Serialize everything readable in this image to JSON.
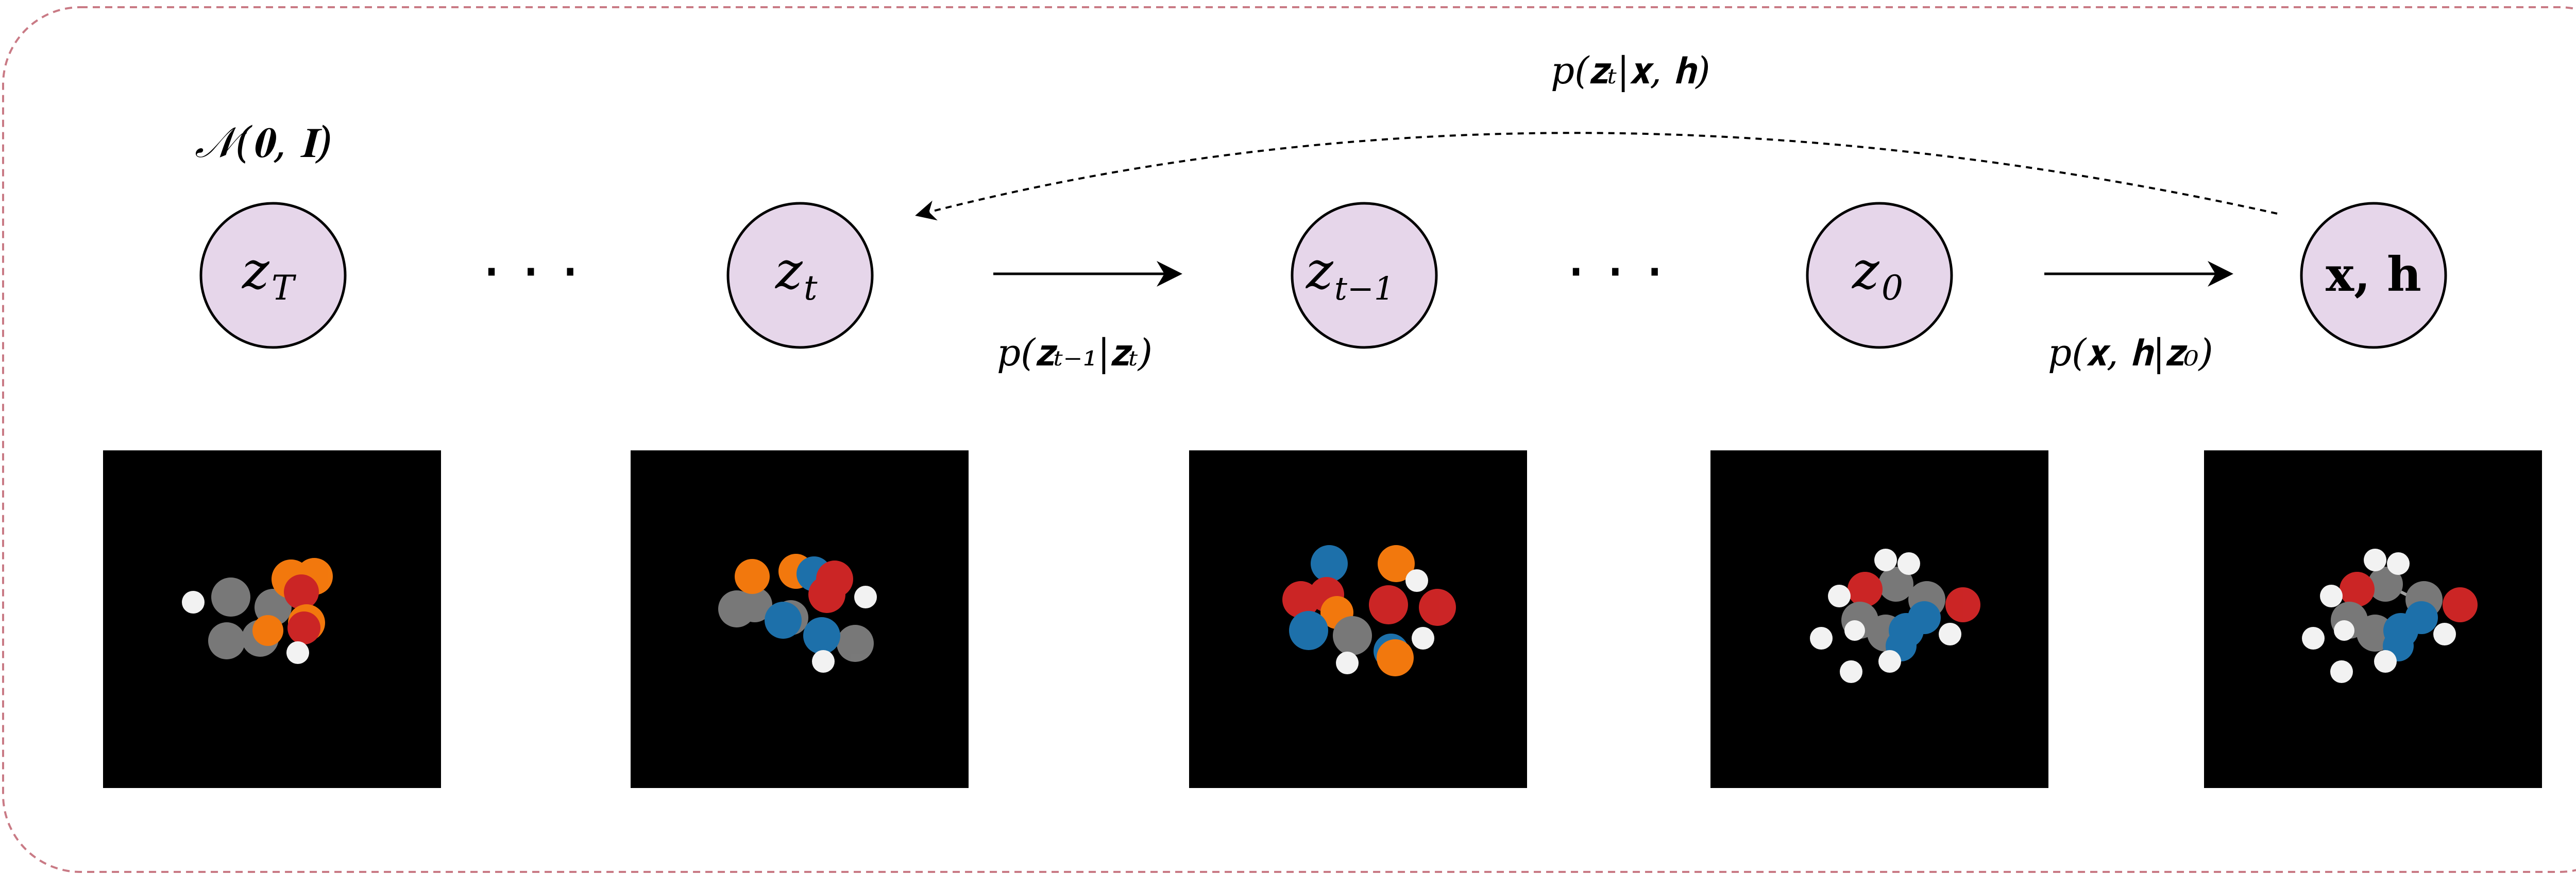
{
  "nodes": [
    {
      "id": "zT",
      "label": "z",
      "sub": "T"
    },
    {
      "id": "zt",
      "label": "z",
      "sub": "t"
    },
    {
      "id": "zt1",
      "label": "z",
      "sub": "t−1"
    },
    {
      "id": "z0",
      "label": "z",
      "sub": "0"
    },
    {
      "id": "xh",
      "label": "x, h",
      "sub": ""
    }
  ],
  "ellipsis": "· · ·",
  "labels": {
    "prior": "𝒩(𝟎, 𝐈)",
    "forward_top": "p(𝐳ₜ|𝐱, 𝐡)",
    "reverse_step": "p(𝐳ₜ₋₁|𝐳ₜ)",
    "decode_step": "p(𝐱, 𝐡|𝐳₀)"
  },
  "colors": {
    "node_fill": "#e6d6ea",
    "frame_stroke": "#c97a85",
    "panel_bg": "#000000",
    "atom_carbon": "#7f7f7f",
    "atom_oxygen": "#d62728",
    "atom_nitrogen": "#1f77b4",
    "atom_noise": "#ff7f0e",
    "atom_hydrogen": "#ffffff"
  },
  "panels": [
    {
      "id": "panel-zT"
    },
    {
      "id": "panel-zt"
    },
    {
      "id": "panel-zt1"
    },
    {
      "id": "panel-z0"
    },
    {
      "id": "panel-xh"
    }
  ]
}
